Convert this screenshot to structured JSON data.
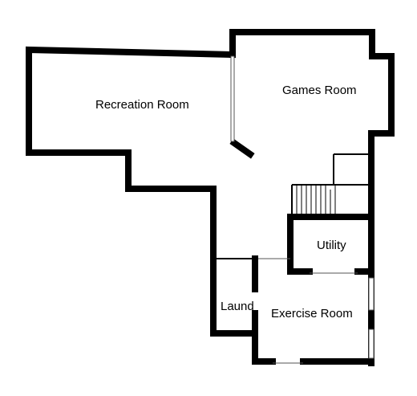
{
  "rooms": [
    {
      "id": "recreation",
      "label": "Recreation Room"
    },
    {
      "id": "games",
      "label": "Games Room"
    },
    {
      "id": "utility",
      "label": "Utility"
    },
    {
      "id": "laundry",
      "label": "Laund"
    },
    {
      "id": "exercise",
      "label": "Exercise Room"
    }
  ],
  "colors": {
    "wall": "#000000",
    "background": "#ffffff"
  }
}
